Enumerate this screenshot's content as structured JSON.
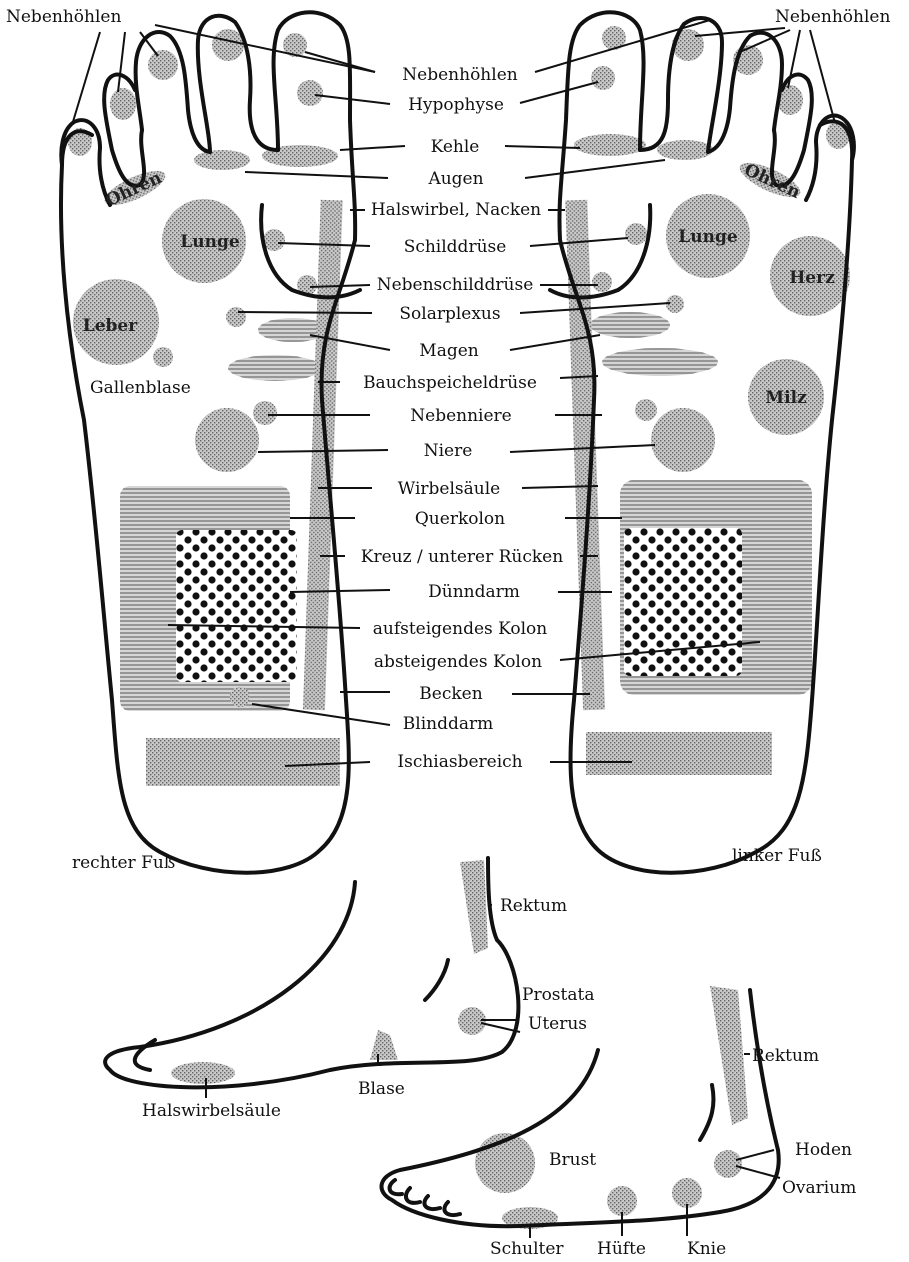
{
  "labels": {
    "sinus_left": "Nebenhöhlen",
    "sinus_right": "Nebenhöhlen",
    "sinus_center": "Nebenhöhlen",
    "pituitary": "Hypophyse",
    "throat": "Kehle",
    "eyes": "Augen",
    "neck": "Halswirbel, Nacken",
    "thyroid": "Schilddrüse",
    "parathyroid": "Nebenschilddrüse",
    "solar_plexus": "Solarplexus",
    "stomach": "Magen",
    "pancreas": "Bauchspeicheldrüse",
    "adrenal": "Nebenniere",
    "kidney": "Niere",
    "spine": "Wirbelsäule",
    "transverse_colon": "Querkolon",
    "lower_back": "Kreuz / unterer Rücken",
    "small_intestine": "Dünndarm",
    "ascending_colon": "aufsteigendes Kolon",
    "descending_colon": "absteigendes Kolon",
    "pelvis": "Becken",
    "appendix": "Blinddarm",
    "sciatic": "Ischiasbereich",
    "gallbladder": "Gallenblase",
    "right_foot": "rechter Fuß",
    "left_foot": "linker Fuß",
    "ears_right": "Ohren",
    "ears_left": "Ohren",
    "lung_right": "Lunge",
    "lung_left": "Lunge",
    "liver": "Leber",
    "heart": "Herz",
    "spleen": "Milz",
    "rectum_1": "Rektum",
    "prostate": "Prostata",
    "uterus": "Uterus",
    "bladder": "Blase",
    "cervical_spine": "Halswirbelsäule",
    "rectum_2": "Rektum",
    "testes": "Hoden",
    "ovary": "Ovarium",
    "breast": "Brust",
    "shoulder": "Schulter",
    "hip": "Hüfte",
    "knee": "Knie"
  },
  "colors": {
    "ink": "#111111",
    "zone_gray": "#b3b3b3",
    "zone_dark": "#8c8c8c",
    "spine_strip": "#c4c4c4"
  }
}
